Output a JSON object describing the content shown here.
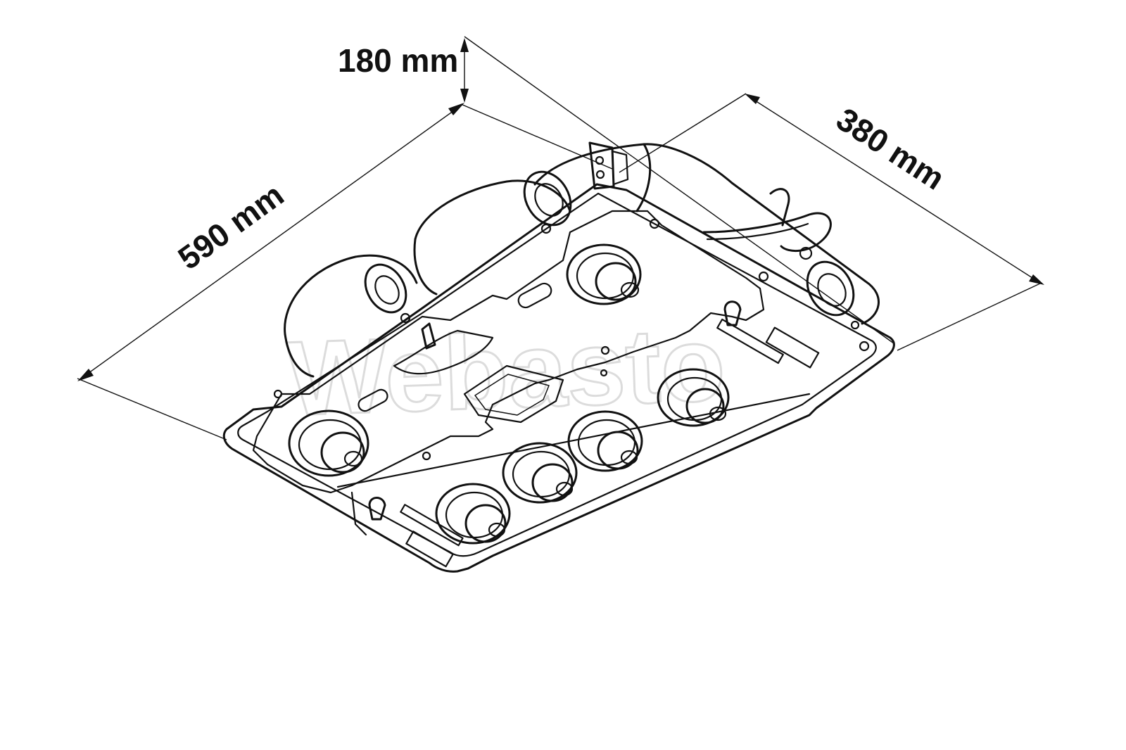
{
  "dimensions": {
    "height": "180 mm",
    "length": "590 mm",
    "width": "380 mm"
  },
  "watermark": {
    "brand": "Webasto"
  },
  "colors": {
    "ink": "#111111",
    "background": "#ffffff",
    "watermark": "#d4d4d4"
  }
}
